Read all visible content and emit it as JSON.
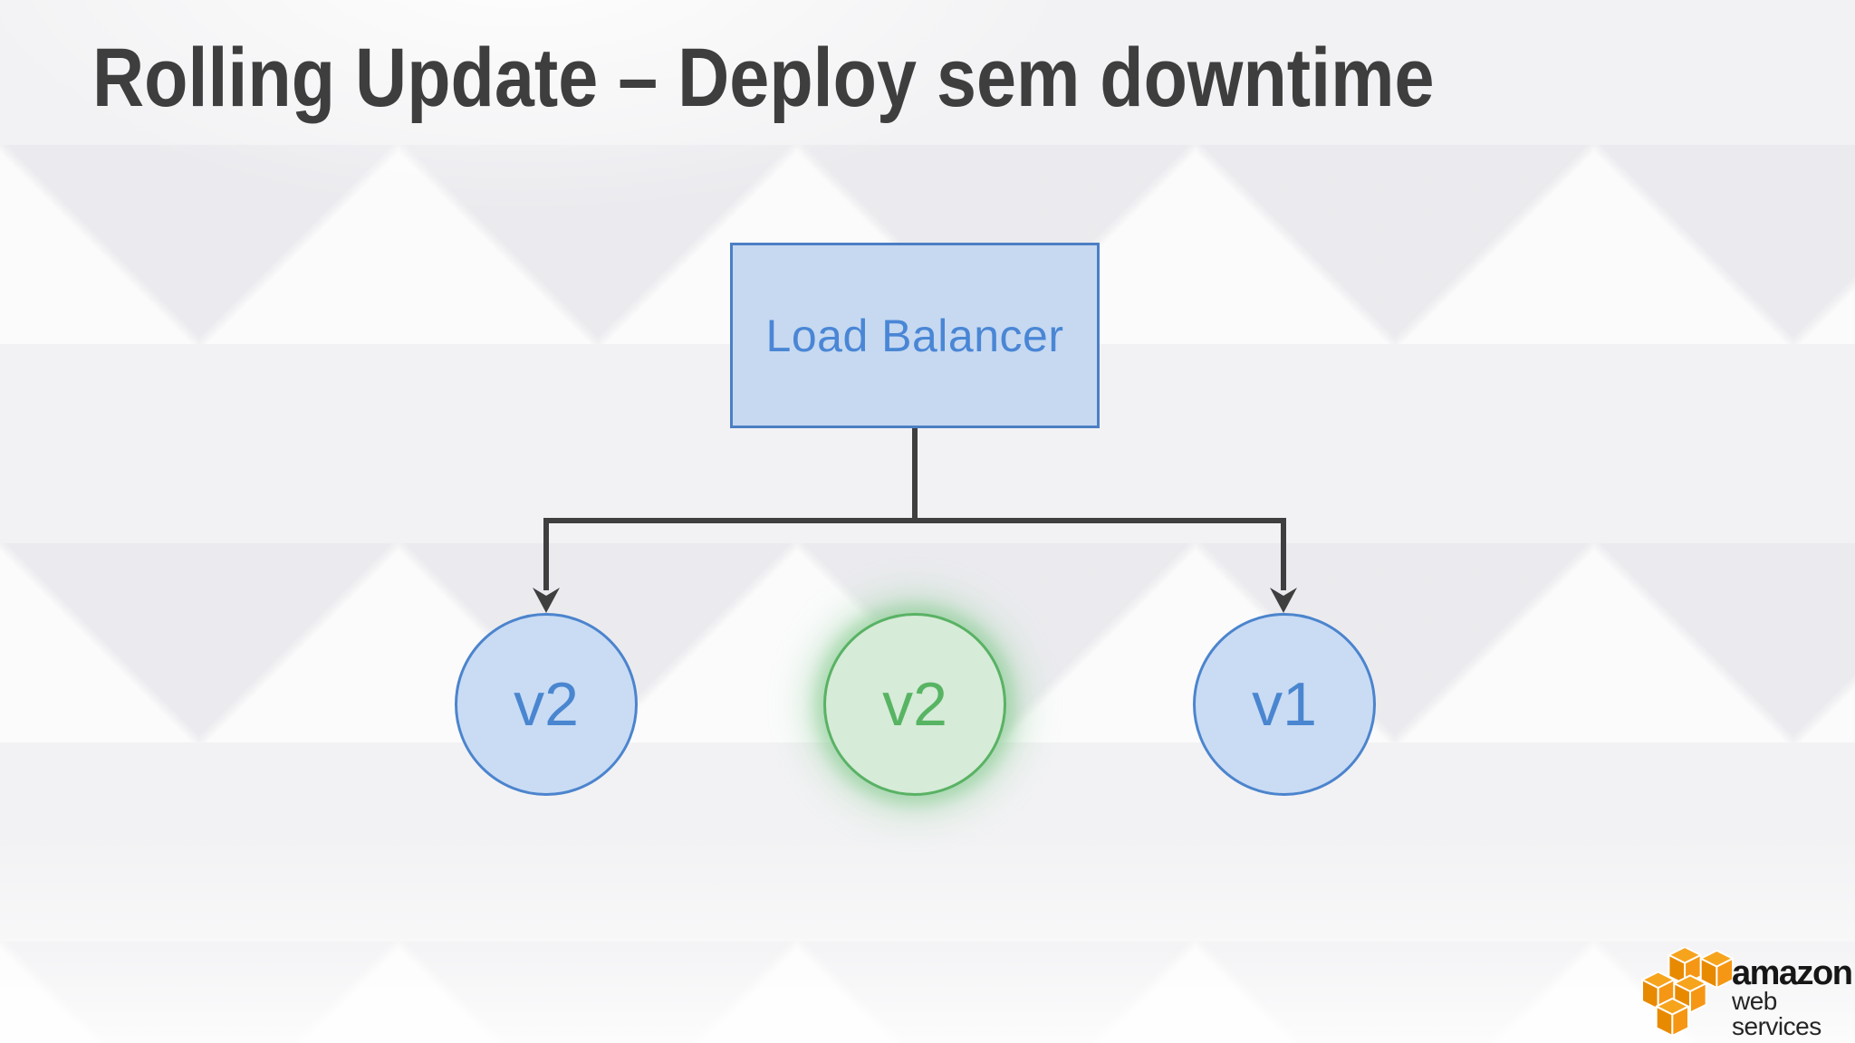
{
  "slide": {
    "title": "Rolling Update – Deploy sem downtime"
  },
  "diagram": {
    "load_balancer": {
      "label": "Load Balancer"
    },
    "instances": [
      {
        "label": "v2",
        "color": "blue",
        "glow": false
      },
      {
        "label": "v2",
        "color": "green",
        "glow": true
      },
      {
        "label": "v1",
        "color": "blue",
        "glow": false
      }
    ]
  },
  "logo": {
    "brand": "amazon",
    "sub": "web services"
  },
  "colors": {
    "title_text": "#3e3e3e",
    "connector": "#3f3f3f",
    "blue_fill": "#c9dcf4",
    "blue_border": "#4c84cd",
    "blue_text": "#4a86d0",
    "green_fill": "#d6ebd8",
    "green_border": "#59b264",
    "green_text": "#57b463",
    "aws_orange_top": "#f7a41d",
    "aws_orange_left": "#e88a00",
    "aws_orange_right": "#f59714"
  }
}
